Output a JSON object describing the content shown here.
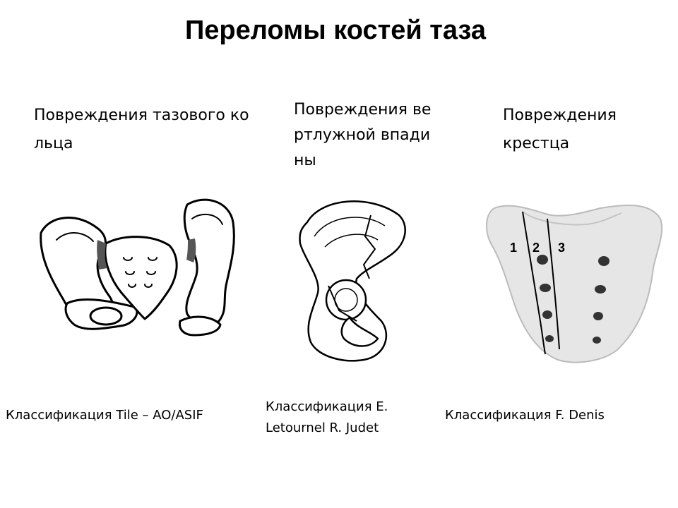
{
  "slide": {
    "title": "Переломы костей таза"
  },
  "sections": [
    {
      "heading": "Повреждения тазового ко\nльца",
      "caption": "Классификация Tile – AO/ASIF"
    },
    {
      "heading": "Повреждения ве\nртлужной впади\nны",
      "caption": "Классификация E.\nLetournel R. Judet"
    },
    {
      "heading": "Повреждения\nкрестца",
      "caption": "Классификация F. Denis",
      "zone_labels": [
        "1",
        "2",
        "3"
      ]
    }
  ]
}
